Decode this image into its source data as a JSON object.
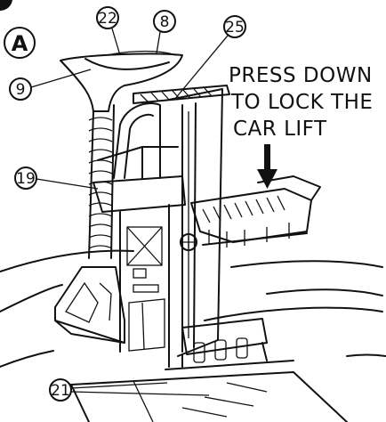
{
  "step_label": "A",
  "instruction": {
    "line1": "PRESS DOWN",
    "line2": "TO LOCK THE",
    "line3": "CAR LIFT"
  },
  "callouts": {
    "c22": "22",
    "c8": "8",
    "c25": "25",
    "c9": "9",
    "c19": "19",
    "c21": "21"
  }
}
